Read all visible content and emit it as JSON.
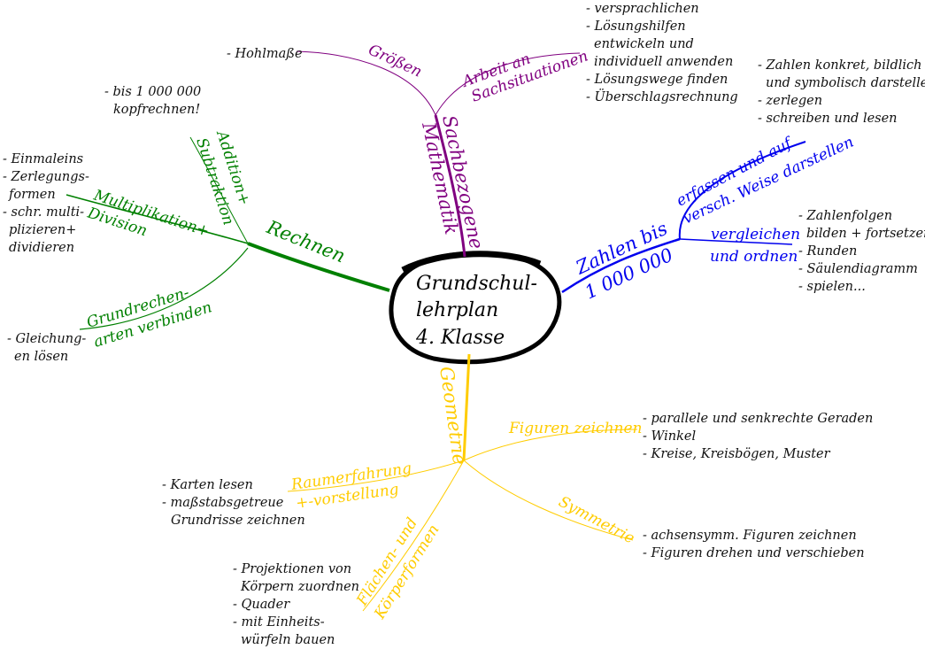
{
  "colors": {
    "green": "#008000",
    "purple": "#800080",
    "blue": "#0000ee",
    "yellow": "#ffcc00"
  },
  "center": {
    "lines": [
      "Grundschul-",
      "lehrplan",
      "4. Klasse"
    ]
  },
  "rechnen": {
    "label": "Rechnen",
    "addition": {
      "lines": [
        "Addition+",
        "Subtraktion"
      ],
      "notes": [
        "- bis 1 000 000",
        "kopfrechnen!"
      ]
    },
    "multiplikation": {
      "lines": [
        "Multiplikation+",
        "Division"
      ],
      "notes": [
        "- Einmaleins",
        "- Zerlegungs-",
        "formen",
        "- schr. multi-",
        "plizieren+",
        "dividieren"
      ]
    },
    "grundrechen": {
      "lines": [
        "Grundrechen-",
        "arten verbinden"
      ],
      "notes": [
        "- Gleichung-",
        "en lösen"
      ]
    }
  },
  "sach": {
    "lines": [
      "Sachbezogene",
      "Mathematik"
    ],
    "groessen": {
      "label": "Größen",
      "notes": [
        "- Hohlmaße"
      ]
    },
    "arbeit": {
      "lines": [
        "Arbeit an",
        "Sachsituationen"
      ],
      "notes": [
        "- versprachlichen",
        "- Lösungshilfen",
        "entwickeln und",
        "individuell anwenden",
        "- Lösungswege finden",
        "- Überschlagsrechnung"
      ]
    }
  },
  "zahlen": {
    "lines": [
      "Zahlen bis",
      "1 000 000"
    ],
    "erfassen": {
      "lines": [
        "erfassen und auf",
        "versch. Weise darstellen"
      ],
      "notes": [
        "- Zahlen konkret, bildlich",
        "und symbolisch darstellen",
        "- zerlegen",
        "- schreiben und lesen"
      ]
    },
    "vergleichen": {
      "lines": [
        "vergleichen",
        "und ordnen"
      ],
      "notes": [
        "- Zahlenfolgen",
        "bilden + fortsetzen",
        "- Runden",
        "- Säulendiagramm",
        "- spielen..."
      ]
    }
  },
  "geometrie": {
    "label": "Geometrie",
    "figuren": {
      "label": "Figuren zeichnen",
      "notes": [
        "- parallele und senkrechte Geraden",
        "- Winkel",
        "- Kreise, Kreisbögen, Muster"
      ]
    },
    "raum": {
      "lines": [
        "Raumerfahrung",
        "+-vorstellung"
      ],
      "notes": [
        "- Karten lesen",
        "- maßstabsgetreue",
        "Grundrisse zeichnen"
      ]
    },
    "flaechen": {
      "lines": [
        "Flächen- und",
        "Körperformen"
      ],
      "notes": [
        "- Projektionen von",
        "Körpern zuordnen",
        "- Quader",
        "- mit Einheits-",
        "würfeln bauen"
      ]
    },
    "symmetrie": {
      "label": "Symmetrie",
      "notes": [
        "- achsensymm. Figuren zeichnen",
        "- Figuren drehen und verschieben"
      ]
    }
  }
}
